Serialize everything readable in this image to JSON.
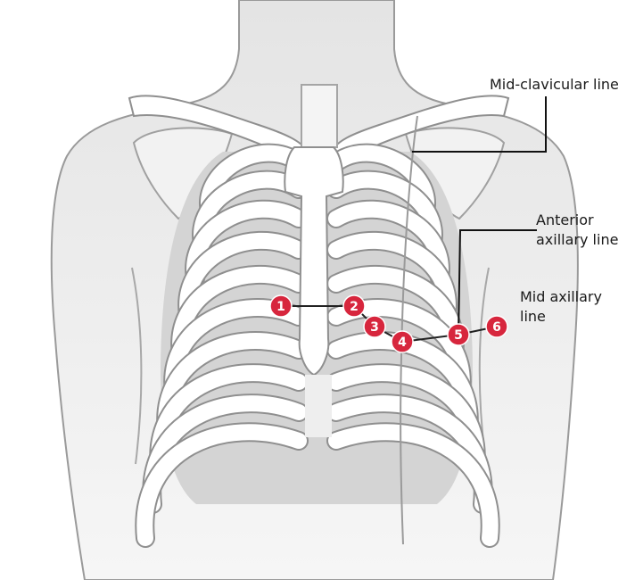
{
  "labels": {
    "mid_clavicular": "Mid-clavicular line",
    "anterior_axillary": "Anterior\naxillary line",
    "mid_axillary": "Mid axillary\nline"
  },
  "electrodes": [
    "1",
    "2",
    "3",
    "4",
    "5",
    "6"
  ],
  "colors": {
    "electrode": "#d7263d",
    "leader_line": "#111111",
    "body_fill": "#e9e9e9",
    "body_outline": "#9a9a9a",
    "bone_fill": "#ffffff",
    "bone_outline": "#8f8f8f",
    "intercostal_shading": "#d4d4d4"
  }
}
